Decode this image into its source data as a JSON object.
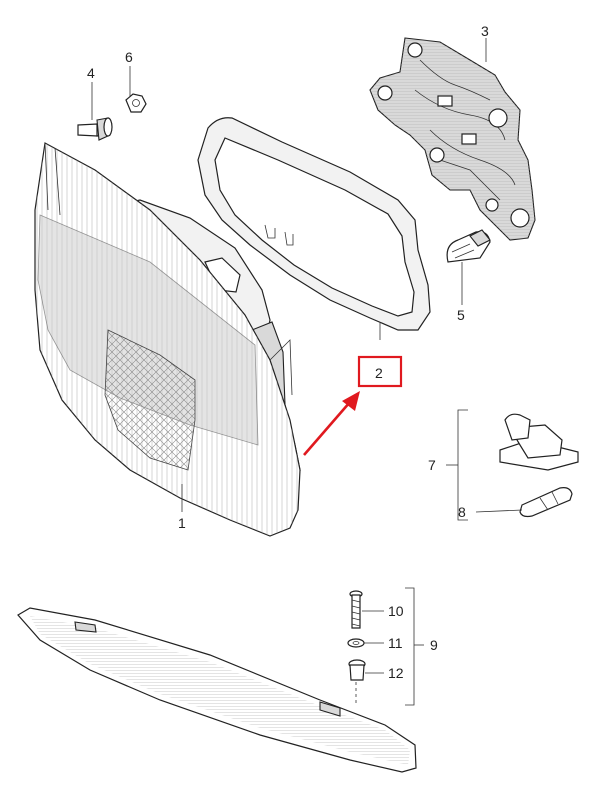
{
  "callouts": {
    "c1": "1",
    "c2": "2",
    "c3": "3",
    "c4": "4",
    "c5": "5",
    "c6": "6",
    "c7": "7",
    "c8": "8",
    "c9": "9",
    "c10": "10",
    "c11": "11",
    "c12": "12"
  },
  "highlight": {
    "target": "2",
    "color": "#e0191f"
  }
}
